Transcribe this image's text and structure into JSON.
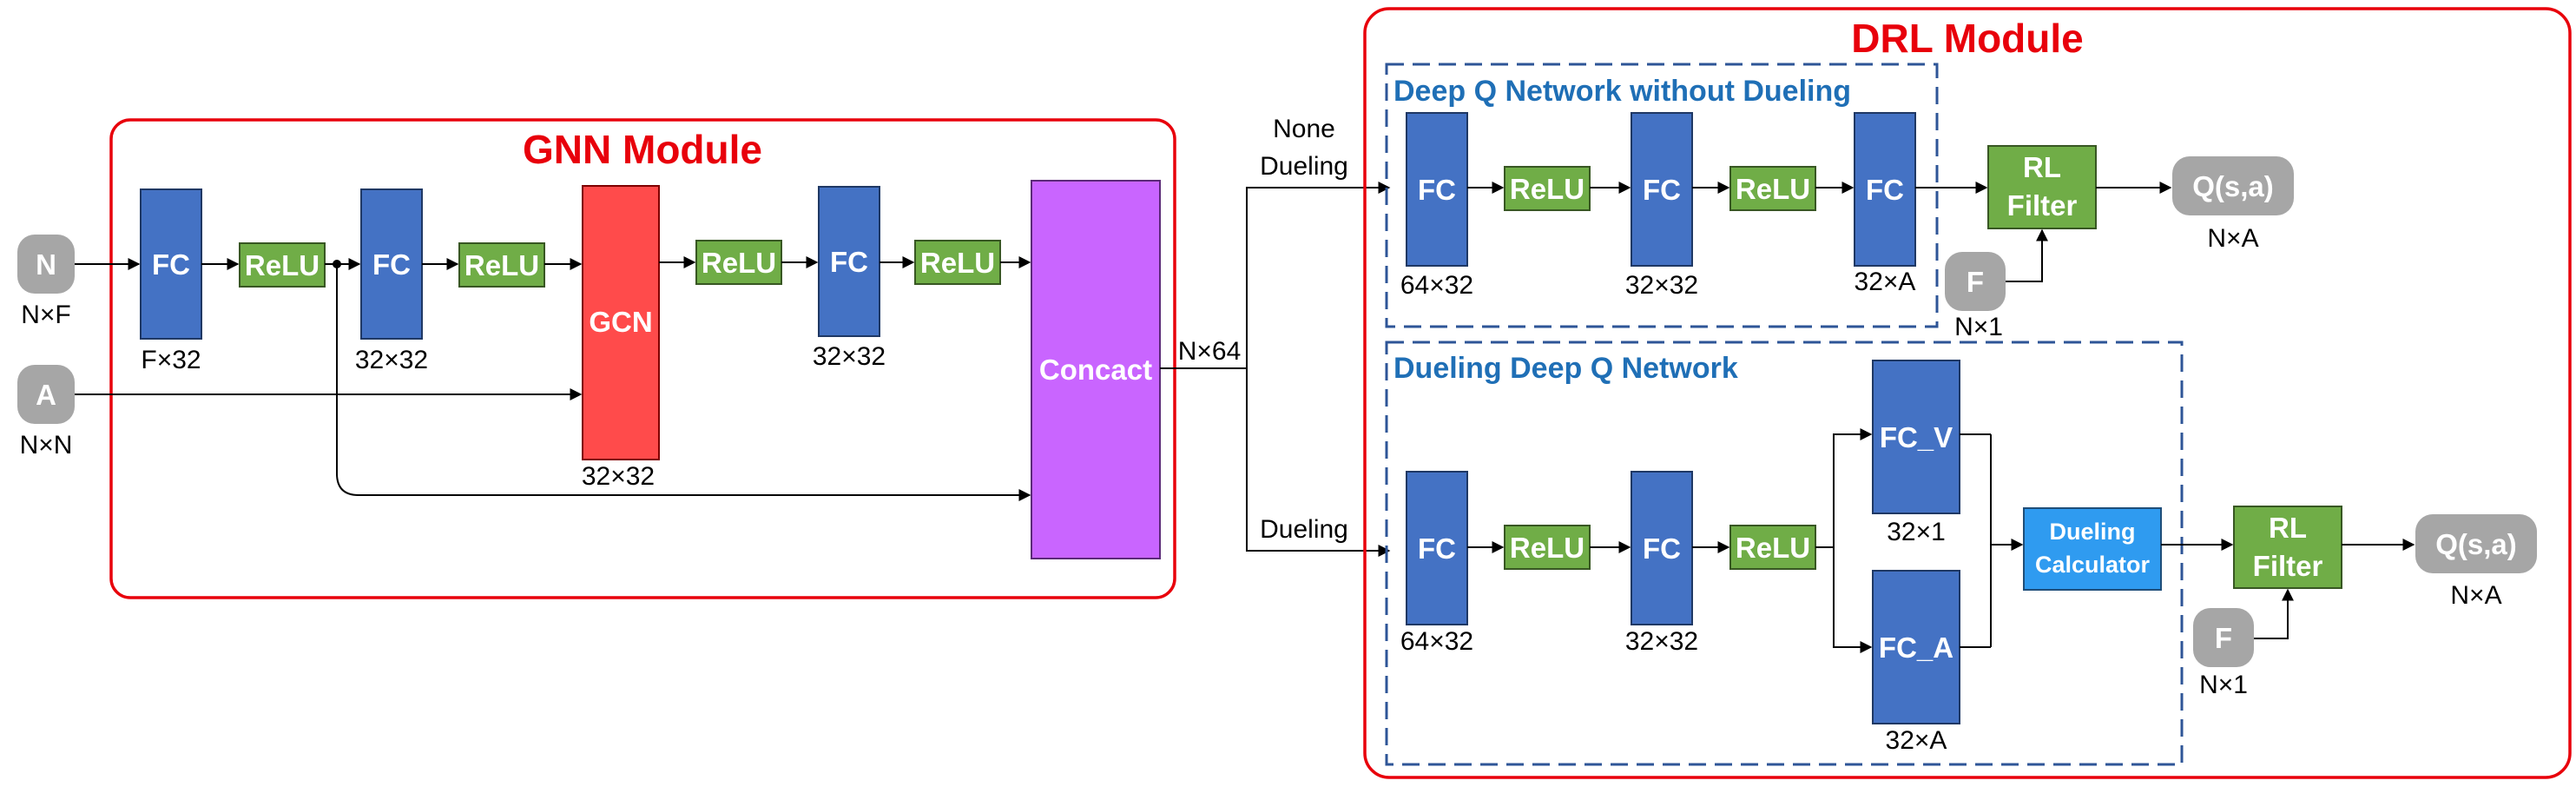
{
  "colors": {
    "fc": "#4472c4",
    "relu": "#70ad47",
    "gcn": "#ff4b4b",
    "concat": "#c965ff",
    "input_node": "#a6a6a6",
    "dueling_calc": "#2f9bf0",
    "module_border": "#e8000b",
    "section_border": "#2e5597",
    "section_title": "#1f6fb6"
  },
  "gnn_module": {
    "title": "GNN Module",
    "inputs": [
      {
        "label": "N",
        "dim": "N×F"
      },
      {
        "label": "A",
        "dim": "N×N"
      }
    ],
    "layers": [
      {
        "label": "FC",
        "dim": "F×32"
      },
      {
        "label": "ReLU"
      },
      {
        "label": "FC",
        "dim": "32×32"
      },
      {
        "label": "ReLU"
      },
      {
        "label": "GCN",
        "dim": "32×32"
      },
      {
        "label": "ReLU"
      },
      {
        "label": "FC",
        "dim": "32×32"
      },
      {
        "label": "ReLU"
      },
      {
        "label": "Concact"
      }
    ],
    "output_dim": "N×64"
  },
  "branches": {
    "none_dueling_line1": "None",
    "none_dueling_line2": "Dueling",
    "dueling": "Dueling"
  },
  "drl_module": {
    "title": "DRL Module",
    "no_dueling": {
      "title": "Deep Q Network without Dueling",
      "layers": [
        {
          "label": "FC",
          "dim": "64×32"
        },
        {
          "label": "ReLU"
        },
        {
          "label": "FC",
          "dim": "32×32"
        },
        {
          "label": "ReLU"
        },
        {
          "label": "FC",
          "dim": "32×A"
        }
      ],
      "filter_line1": "RL",
      "filter_line2": "Filter",
      "f_input": {
        "label": "F",
        "dim": "N×1"
      },
      "output": {
        "label": "Q(s,a)",
        "dim": "N×A"
      }
    },
    "dueling": {
      "title": "Dueling Deep Q Network",
      "layers": [
        {
          "label": "FC",
          "dim": "64×32"
        },
        {
          "label": "ReLU"
        },
        {
          "label": "FC",
          "dim": "32×32"
        },
        {
          "label": "ReLU"
        }
      ],
      "fc_v": {
        "label": "FC_V",
        "dim": "32×1"
      },
      "fc_a": {
        "label": "FC_A",
        "dim": "32×A"
      },
      "calc_line1": "Dueling",
      "calc_line2": "Calculator",
      "filter_line1": "RL",
      "filter_line2": "Filter",
      "f_input": {
        "label": "F",
        "dim": "N×1"
      },
      "output": {
        "label": "Q(s,a)",
        "dim": "N×A"
      }
    }
  }
}
